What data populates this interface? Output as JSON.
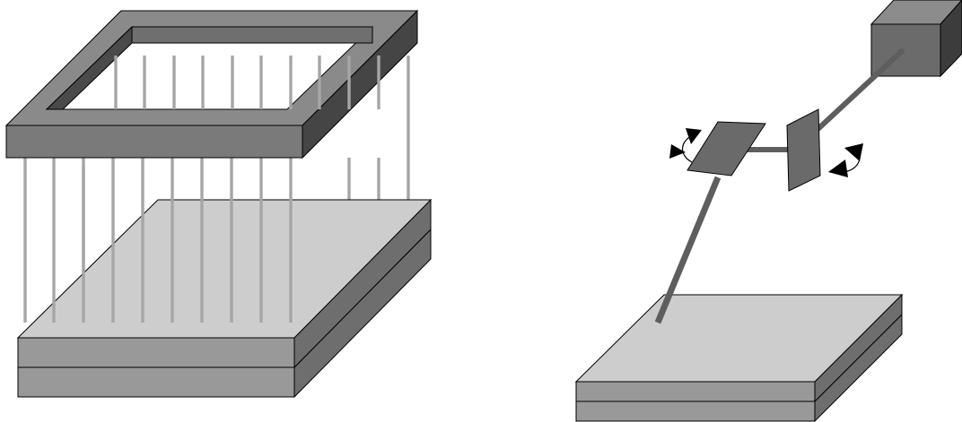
{
  "figure": {
    "panels": [
      {
        "id": "left",
        "components": [
          "rectangular-frame",
          "vertical-pins",
          "two-layer-plate"
        ]
      },
      {
        "id": "right",
        "components": [
          "light-source-box",
          "beam",
          "mirror-right",
          "mirror-left",
          "rotation-arrows",
          "two-layer-plate"
        ]
      }
    ],
    "colors": {
      "frame_top": "#8a8a8a",
      "frame_front": "#7a7a7a",
      "frame_dark": "#454545",
      "pin": "#a6a6a6",
      "plate_top": "#cdcdcd",
      "plate_side": "#999999",
      "plate_side_dark": "#6e6e6e",
      "box_front": "#6b6b6b",
      "box_top": "#8c8c8c",
      "box_side": "#3c3c3c",
      "beam": "#5e5e5e",
      "mirror": "#6a6a6a",
      "arrow": "#000000",
      "outline": "#000000"
    }
  }
}
